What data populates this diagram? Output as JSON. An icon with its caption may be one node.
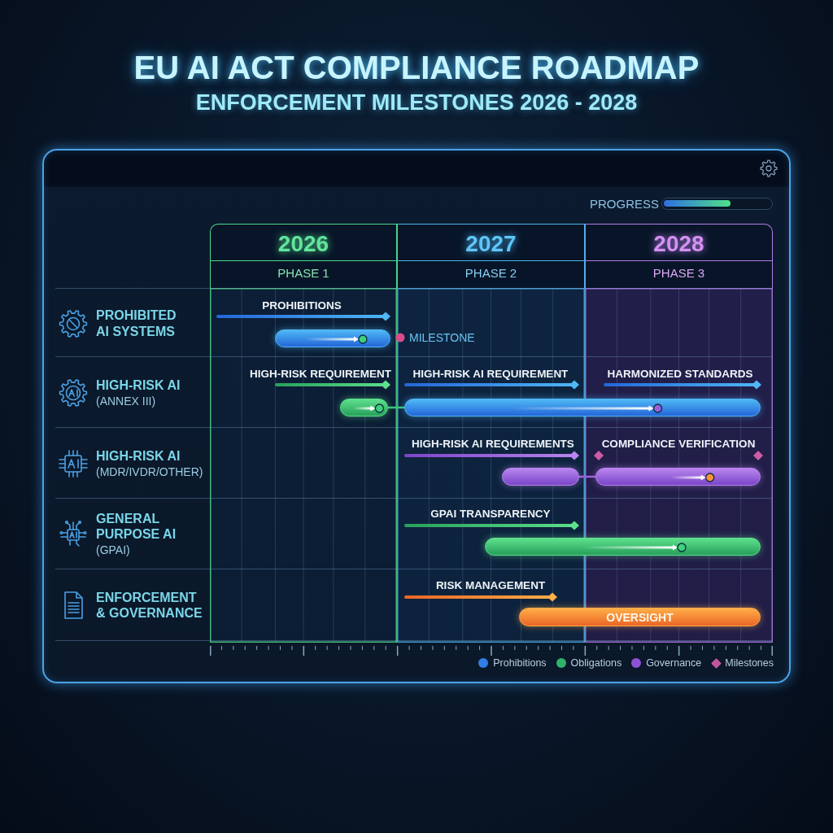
{
  "diagram": {
    "title": "EU AI ACT COMPLIANCE ROADMAP",
    "nodes": [
      {
        "text": [
          "2026",
          "PHASE 1"
        ]
      },
      {
        "text": [
          "2027",
          "PHASE 2"
        ]
      },
      {
        "text": [
          "2028",
          "PHASE 3"
        ]
      },
      {
        "text": [
          "PROHIBITED AI SYSTEMS"
        ]
      },
      {
        "text": [],
        "shape": "bar",
        "in": 3
      },
      {
        "text": [
          "HIGH-RISK AI",
          "(ANNEX III)"
        ]
      },
      {
        "text": [],
        "shape": "bar",
        "in": 5
      },
      {
        "text": [],
        "shape": "bar",
        "in": 5
      },
      {
        "text": [
          "HIGH-RISK AI",
          "(MDR/IVDR/OTHER)"
        ]
      },
      {
        "text": [],
        "shape": "bar",
        "in": 8
      },
      {
        "text": [],
        "shape": "bar",
        "in": 8
      },
      {
        "text": [
          "GENERAL PURPOSE AI",
          "(GPAI)"
        ]
      },
      {
        "text": [],
        "shape": "bar",
        "in": 11
      },
      {
        "text": [
          "ENFORCEMENT & GOVERNANCE"
        ]
      },
      {
        "text": [
          "OVERSIGHT"
        ],
        "in": 13
      }
    ],
    "edges": [
      {
        "from": 6,
        "to": 7,
        "arrow": "none",
        "color": "#3cc47a"
      },
      {
        "from": 9,
        "to": 10,
        "arrow": "none",
        "color": "#9b62dc"
      }
    ],
    "labels": [
      "ENFORCEMENT MILESTONES 2026 - 2028",
      "PROGRESS",
      "PROHIBITIONS",
      "MILESTONE",
      "HIGH-RISK REQUIREMENT",
      "HIGH-RISK AI REQUIREMENT",
      "HARMONIZED STANDARDS",
      "HIGH-RISK AI REQUIREMENTS",
      "COMPLIANCE VERIFICATION",
      "GPAI TRANSPARENCY",
      "RISK MANAGEMENT"
    ],
    "legend": [
      {
        "text": "Prohibitions",
        "color": "#2f7fe6"
      },
      {
        "text": "Obligations",
        "color": "#2fb36b"
      },
      {
        "text": "Governance",
        "color": "#8e52d6"
      },
      {
        "text": "Milestones",
        "color": "#c0559e"
      }
    ]
  }
}
